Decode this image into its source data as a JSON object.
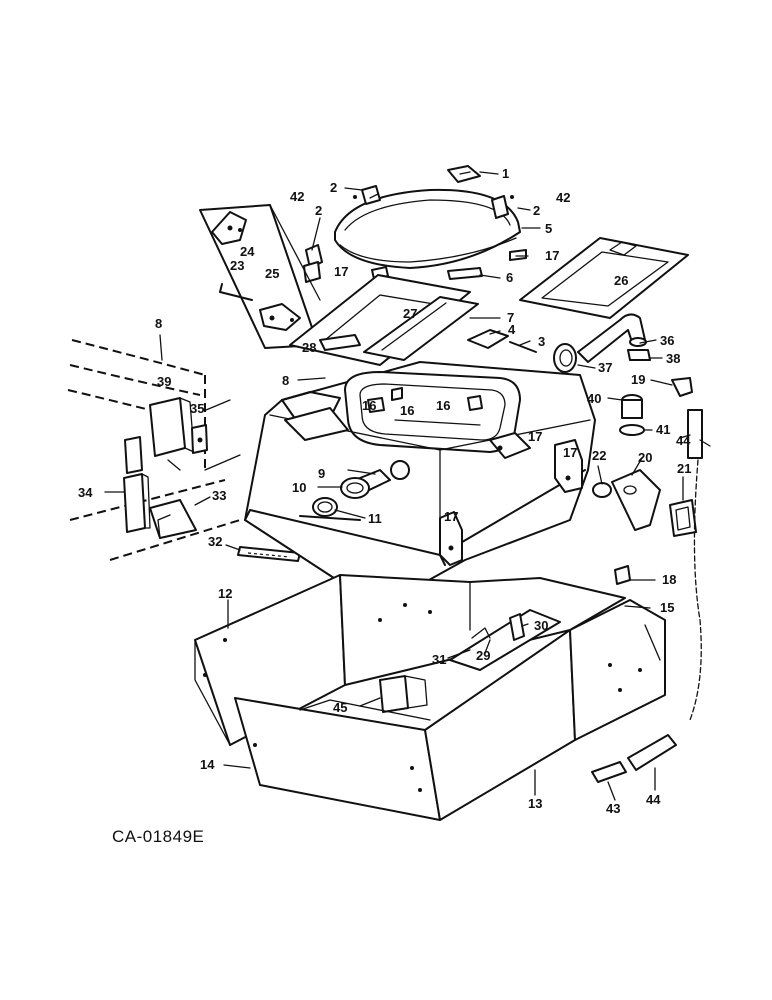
{
  "drawing_code": "CA-01849E",
  "callouts": [
    "1",
    "2",
    "2",
    "2",
    "3",
    "4",
    "5",
    "6",
    "7",
    "8",
    "8",
    "9",
    "10",
    "11",
    "12",
    "13",
    "14",
    "15",
    "16",
    "16",
    "16",
    "17",
    "17",
    "17",
    "17",
    "17",
    "18",
    "19",
    "20",
    "21",
    "22",
    "23",
    "24",
    "25",
    "26",
    "27",
    "28",
    "29",
    "30",
    "31",
    "32",
    "33",
    "34",
    "35",
    "36",
    "37",
    "38",
    "39",
    "40",
    "41",
    "42",
    "42",
    "43",
    "44",
    "44",
    "45"
  ]
}
